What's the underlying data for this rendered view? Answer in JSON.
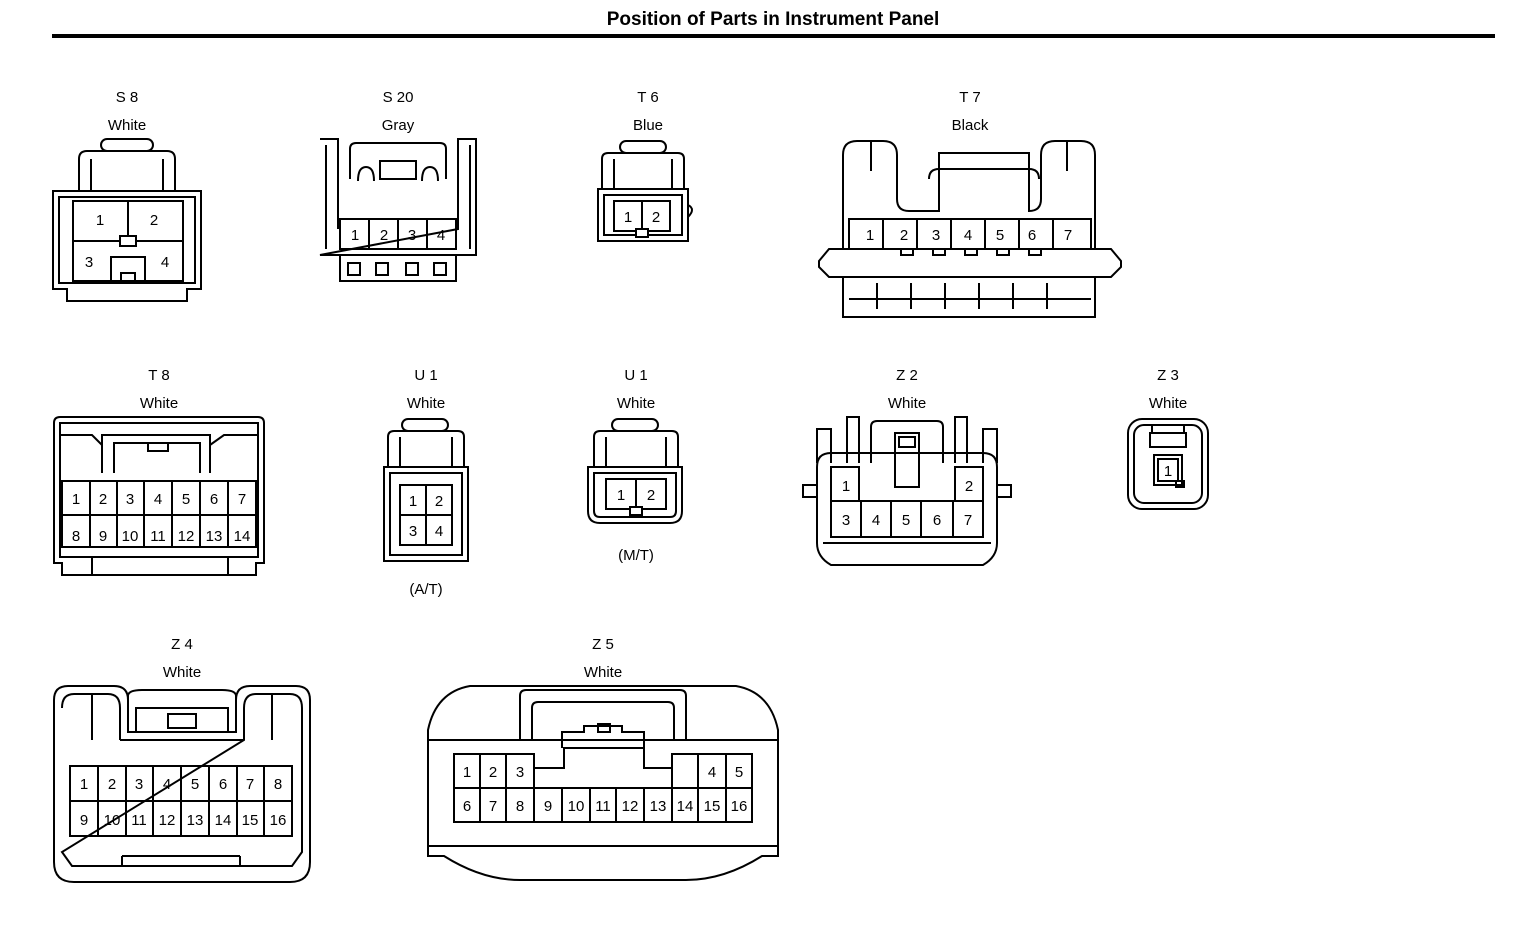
{
  "page": {
    "title": "Position of Parts in Instrument Panel"
  },
  "connectors": {
    "s8": {
      "id": "S 8",
      "color": "White",
      "pins": [
        "1",
        "2",
        "3",
        "4"
      ]
    },
    "s20": {
      "id": "S 20",
      "color": "Gray",
      "pins": [
        "1",
        "2",
        "3",
        "4"
      ]
    },
    "t6": {
      "id": "T 6",
      "color": "Blue",
      "pins": [
        "1",
        "2"
      ]
    },
    "t7": {
      "id": "T 7",
      "color": "Black",
      "pins": [
        "1",
        "2",
        "3",
        "4",
        "5",
        "6",
        "7"
      ]
    },
    "t8": {
      "id": "T 8",
      "color": "White",
      "pins": [
        "1",
        "2",
        "3",
        "4",
        "5",
        "6",
        "7",
        "8",
        "9",
        "10",
        "11",
        "12",
        "13",
        "14"
      ]
    },
    "u1_at": {
      "id": "U 1",
      "color": "White",
      "note": "(A/T)",
      "pins": [
        "1",
        "2",
        "3",
        "4"
      ]
    },
    "u1_mt": {
      "id": "U 1",
      "color": "White",
      "note": "(M/T)",
      "pins": [
        "1",
        "2"
      ]
    },
    "z2": {
      "id": "Z 2",
      "color": "White",
      "pins": [
        "1",
        "2",
        "3",
        "4",
        "5",
        "6",
        "7"
      ]
    },
    "z3": {
      "id": "Z 3",
      "color": "White",
      "pins": [
        "1"
      ]
    },
    "z4": {
      "id": "Z 4",
      "color": "White",
      "pins": [
        "1",
        "2",
        "3",
        "4",
        "5",
        "6",
        "7",
        "8",
        "9",
        "10",
        "11",
        "12",
        "13",
        "14",
        "15",
        "16"
      ]
    },
    "z5": {
      "id": "Z 5",
      "color": "White",
      "pins": [
        "1",
        "2",
        "3",
        "4",
        "5",
        "6",
        "7",
        "8",
        "9",
        "10",
        "11",
        "12",
        "13",
        "14",
        "15",
        "16"
      ]
    }
  }
}
